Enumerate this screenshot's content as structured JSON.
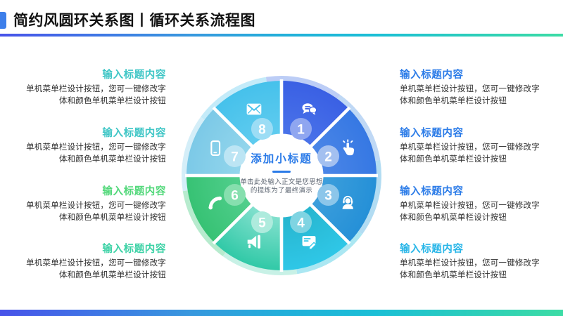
{
  "header": {
    "title": "简约风圆环关系图丨循环关系流程图"
  },
  "accents": {
    "bar_gradient": [
      "#4853E9",
      "#3F75E5",
      "#3897DE",
      "#22AFDA",
      "#1BBFD6",
      "#2BCDBB",
      "#3CDCA5"
    ],
    "bullet_color": "#3E7FEA"
  },
  "center": {
    "title": "添加小标题",
    "title_color": "#2B7BE8",
    "body": "单击此处输入正文是您思想的提炼为了最终演示"
  },
  "left_blocks": [
    {
      "title": "输入标题内容",
      "title_color": "#3FC6C6",
      "body": "单机菜单栏设计按钮，您可一键修改字体和颜色单机菜单栏设计按钮"
    },
    {
      "title": "输入标题内容",
      "title_color": "#3FC6C6",
      "body": "单机菜单栏设计按钮，您可一键修改字体和颜色单机菜单栏设计按钮"
    },
    {
      "title": "输入标题内容",
      "title_color": "#52D87A",
      "body": "单机菜单栏设计按钮，您可一键修改字体和颜色单机菜单栏设计按钮"
    },
    {
      "title": "输入标题内容",
      "title_color": "#3DD2A6",
      "body": "单机菜单栏设计按钮，您可一键修改字体和颜色单机菜单栏设计按钮"
    }
  ],
  "right_blocks": [
    {
      "title": "输入标题内容",
      "title_color": "#2C7CE8",
      "body": "单机菜单栏设计按钮，您可一键修改字体和颜色单机菜单栏设计按钮"
    },
    {
      "title": "输入标题内容",
      "title_color": "#2C7CE8",
      "body": "单机菜单栏设计按钮，您可一键修改字体和颜色单机菜单栏设计按钮"
    },
    {
      "title": "输入标题内容",
      "title_color": "#2C7CE8",
      "body": "单机菜单栏设计按钮，您可一键修改字体和颜色单机菜单栏设计按钮"
    },
    {
      "title": "输入标题内容",
      "title_color": "#29B6E8",
      "body": "单机菜单栏设计按钮，您可一键修改字体和颜色单机菜单栏设计按钮"
    }
  ],
  "diagram": {
    "type": "circular-relationship-8-segments",
    "segments": [
      {
        "num": "1",
        "icon": "chat-icon",
        "inner": "#4A73E9",
        "outer": "#3A60E4",
        "tint": "#8FA6F0",
        "light": "#BCCDF6"
      },
      {
        "num": "2",
        "icon": "tap-icon",
        "inner": "#4B86E7",
        "outer": "#3678E3",
        "tint": "#A3C0F0",
        "light": "#BFD8F5"
      },
      {
        "num": "3",
        "icon": "service-icon",
        "inner": "#3D9FDC",
        "outer": "#2590D7",
        "tint": "#8CC6EA",
        "light": "#B2DCF2"
      },
      {
        "num": "4",
        "icon": "form-icon",
        "inner": "#27B5CE",
        "outer": "#2FC7E7",
        "tint": "#7FD4E2",
        "light": "#ABE7F2"
      },
      {
        "num": "5",
        "icon": "speaker-icon",
        "inner": "#85E1CF",
        "outer": "#31C9A7",
        "tint": "#AEEBDD",
        "light": "#C8F1E6"
      },
      {
        "num": "6",
        "icon": "call-icon",
        "inner": "#52CF8D",
        "outer": "#37C274",
        "tint": "#86DFAE",
        "light": "#B7EBCE"
      },
      {
        "num": "7",
        "icon": "mobile-icon",
        "inner": "#93D6EC",
        "outer": "#7CC9E7",
        "tint": "#BCE5F4",
        "light": "#D4EEF8"
      },
      {
        "num": "8",
        "icon": "mail-icon",
        "inner": "#60CCEF",
        "outer": "#46C1EB",
        "tint": "#9CDDF5",
        "light": "#C4EBF9"
      }
    ]
  }
}
